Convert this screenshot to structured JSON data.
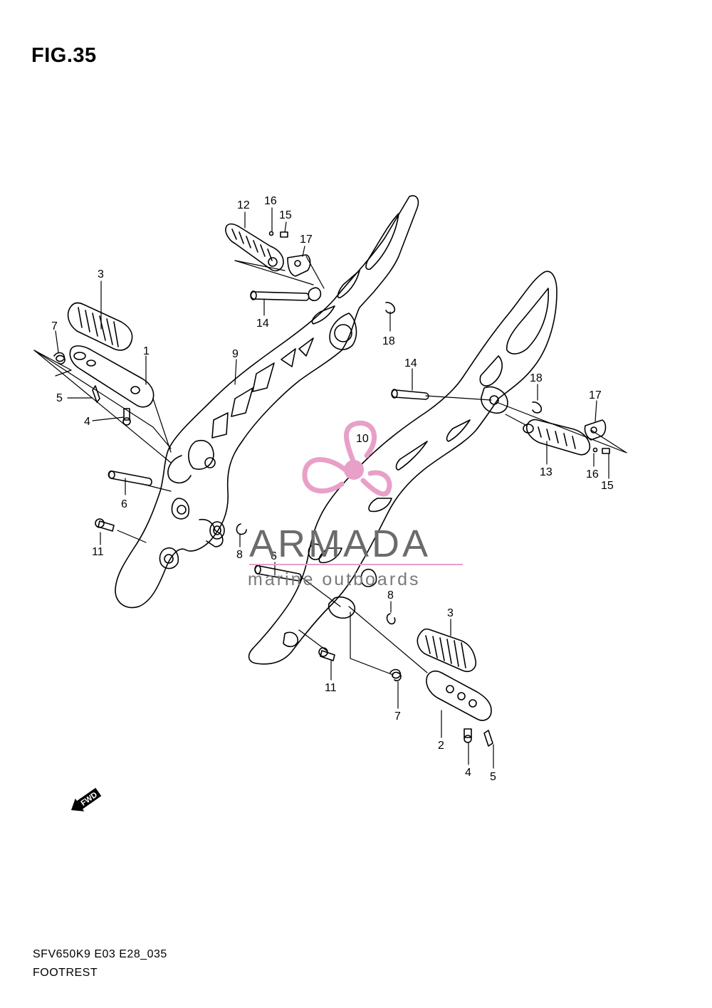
{
  "figure": {
    "title": "FIG.35"
  },
  "footer": {
    "model_code": "SFV650K9 E03 E28_035",
    "section_name": "FOOTREST"
  },
  "watermark": {
    "brand": "ARMADA",
    "tagline": "marine outboards",
    "logo_color": "#e8a0c8"
  },
  "fwd_badge": {
    "text": "FWD"
  },
  "callouts": [
    "1",
    "2",
    "3",
    "3",
    "4",
    "4",
    "5",
    "5",
    "6",
    "6",
    "7",
    "7",
    "8",
    "8",
    "9",
    "10",
    "11",
    "11",
    "12",
    "13",
    "14",
    "14",
    "15",
    "15",
    "16",
    "16",
    "17",
    "17",
    "18",
    "18"
  ]
}
